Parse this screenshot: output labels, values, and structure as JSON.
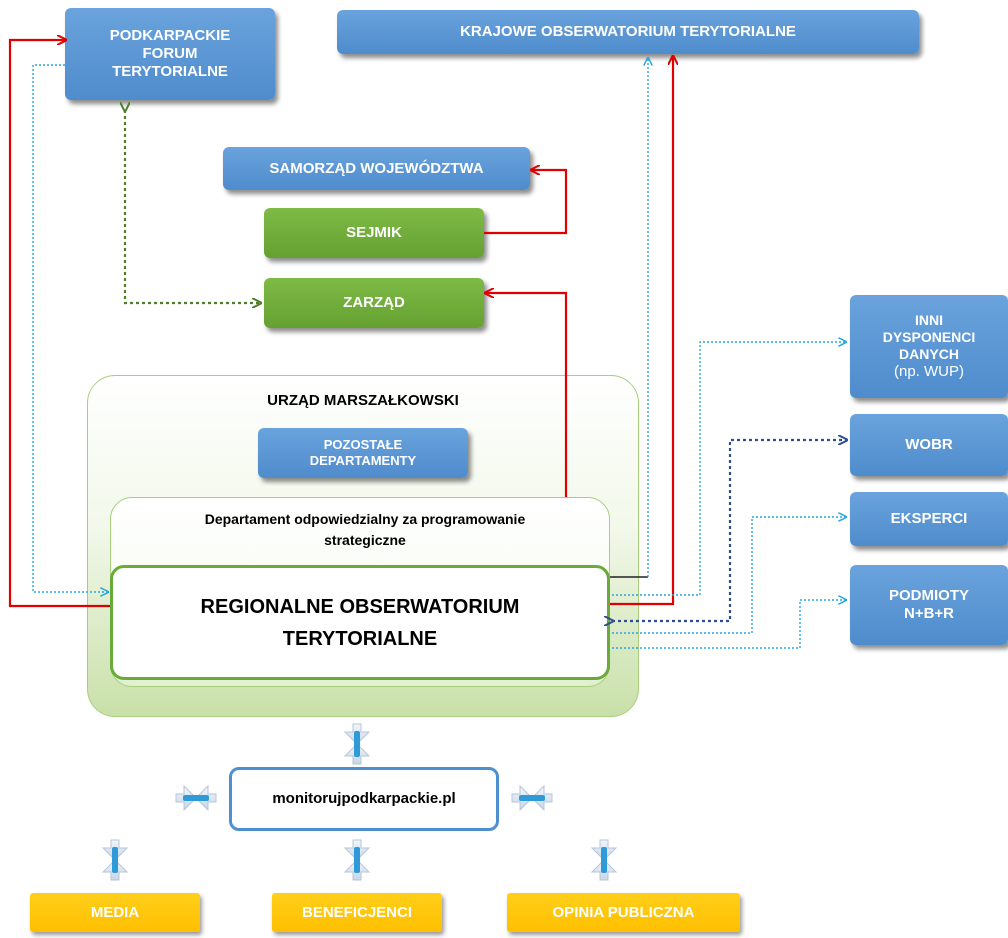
{
  "nodes": {
    "podkarpackie_forum": "PODKARPACKIE FORUM TERYTORIALNE",
    "krajowe_obserwatorium": "KRAJOWE OBSERWATORIUM TERYTORIALNE",
    "samorzad": "SAMORZĄD WOJEWÓDZTWA",
    "sejmik": "SEJMIK",
    "zarzad": "ZARZĄD",
    "urzad": "URZĄD MARSZAŁKOWSKI",
    "pozostale": "POZOSTAŁE DEPARTAMENTY",
    "departament": "Departament odpowiedzialny za programowanie strategiczne",
    "rot": "REGIONALNE OBSERWATORIUM TERYTORIALNE",
    "inni_title": "INNI DYSPONENCI DANYCH",
    "inni_sub": "(np. WUP)",
    "wobr": "WOBR",
    "eksperci": "EKSPERCI",
    "podmioty": "PODMIOTY N+B+R",
    "monitoruj": "monitorujpodkarpackie.pl",
    "media": "MEDIA",
    "beneficjenci": "BENEFICJENCI",
    "opinia": "OPINIA PUBLICZNA"
  },
  "colors": {
    "blue_box": "#5b97d5",
    "green_box": "#70ad3b",
    "orange_box": "#ffc000",
    "red_arrow": "#e00000",
    "light_blue_dotted": "#2aa6e0",
    "dark_blue_dotted": "#2e4f8f",
    "green_dotted": "#4f7f2a"
  }
}
